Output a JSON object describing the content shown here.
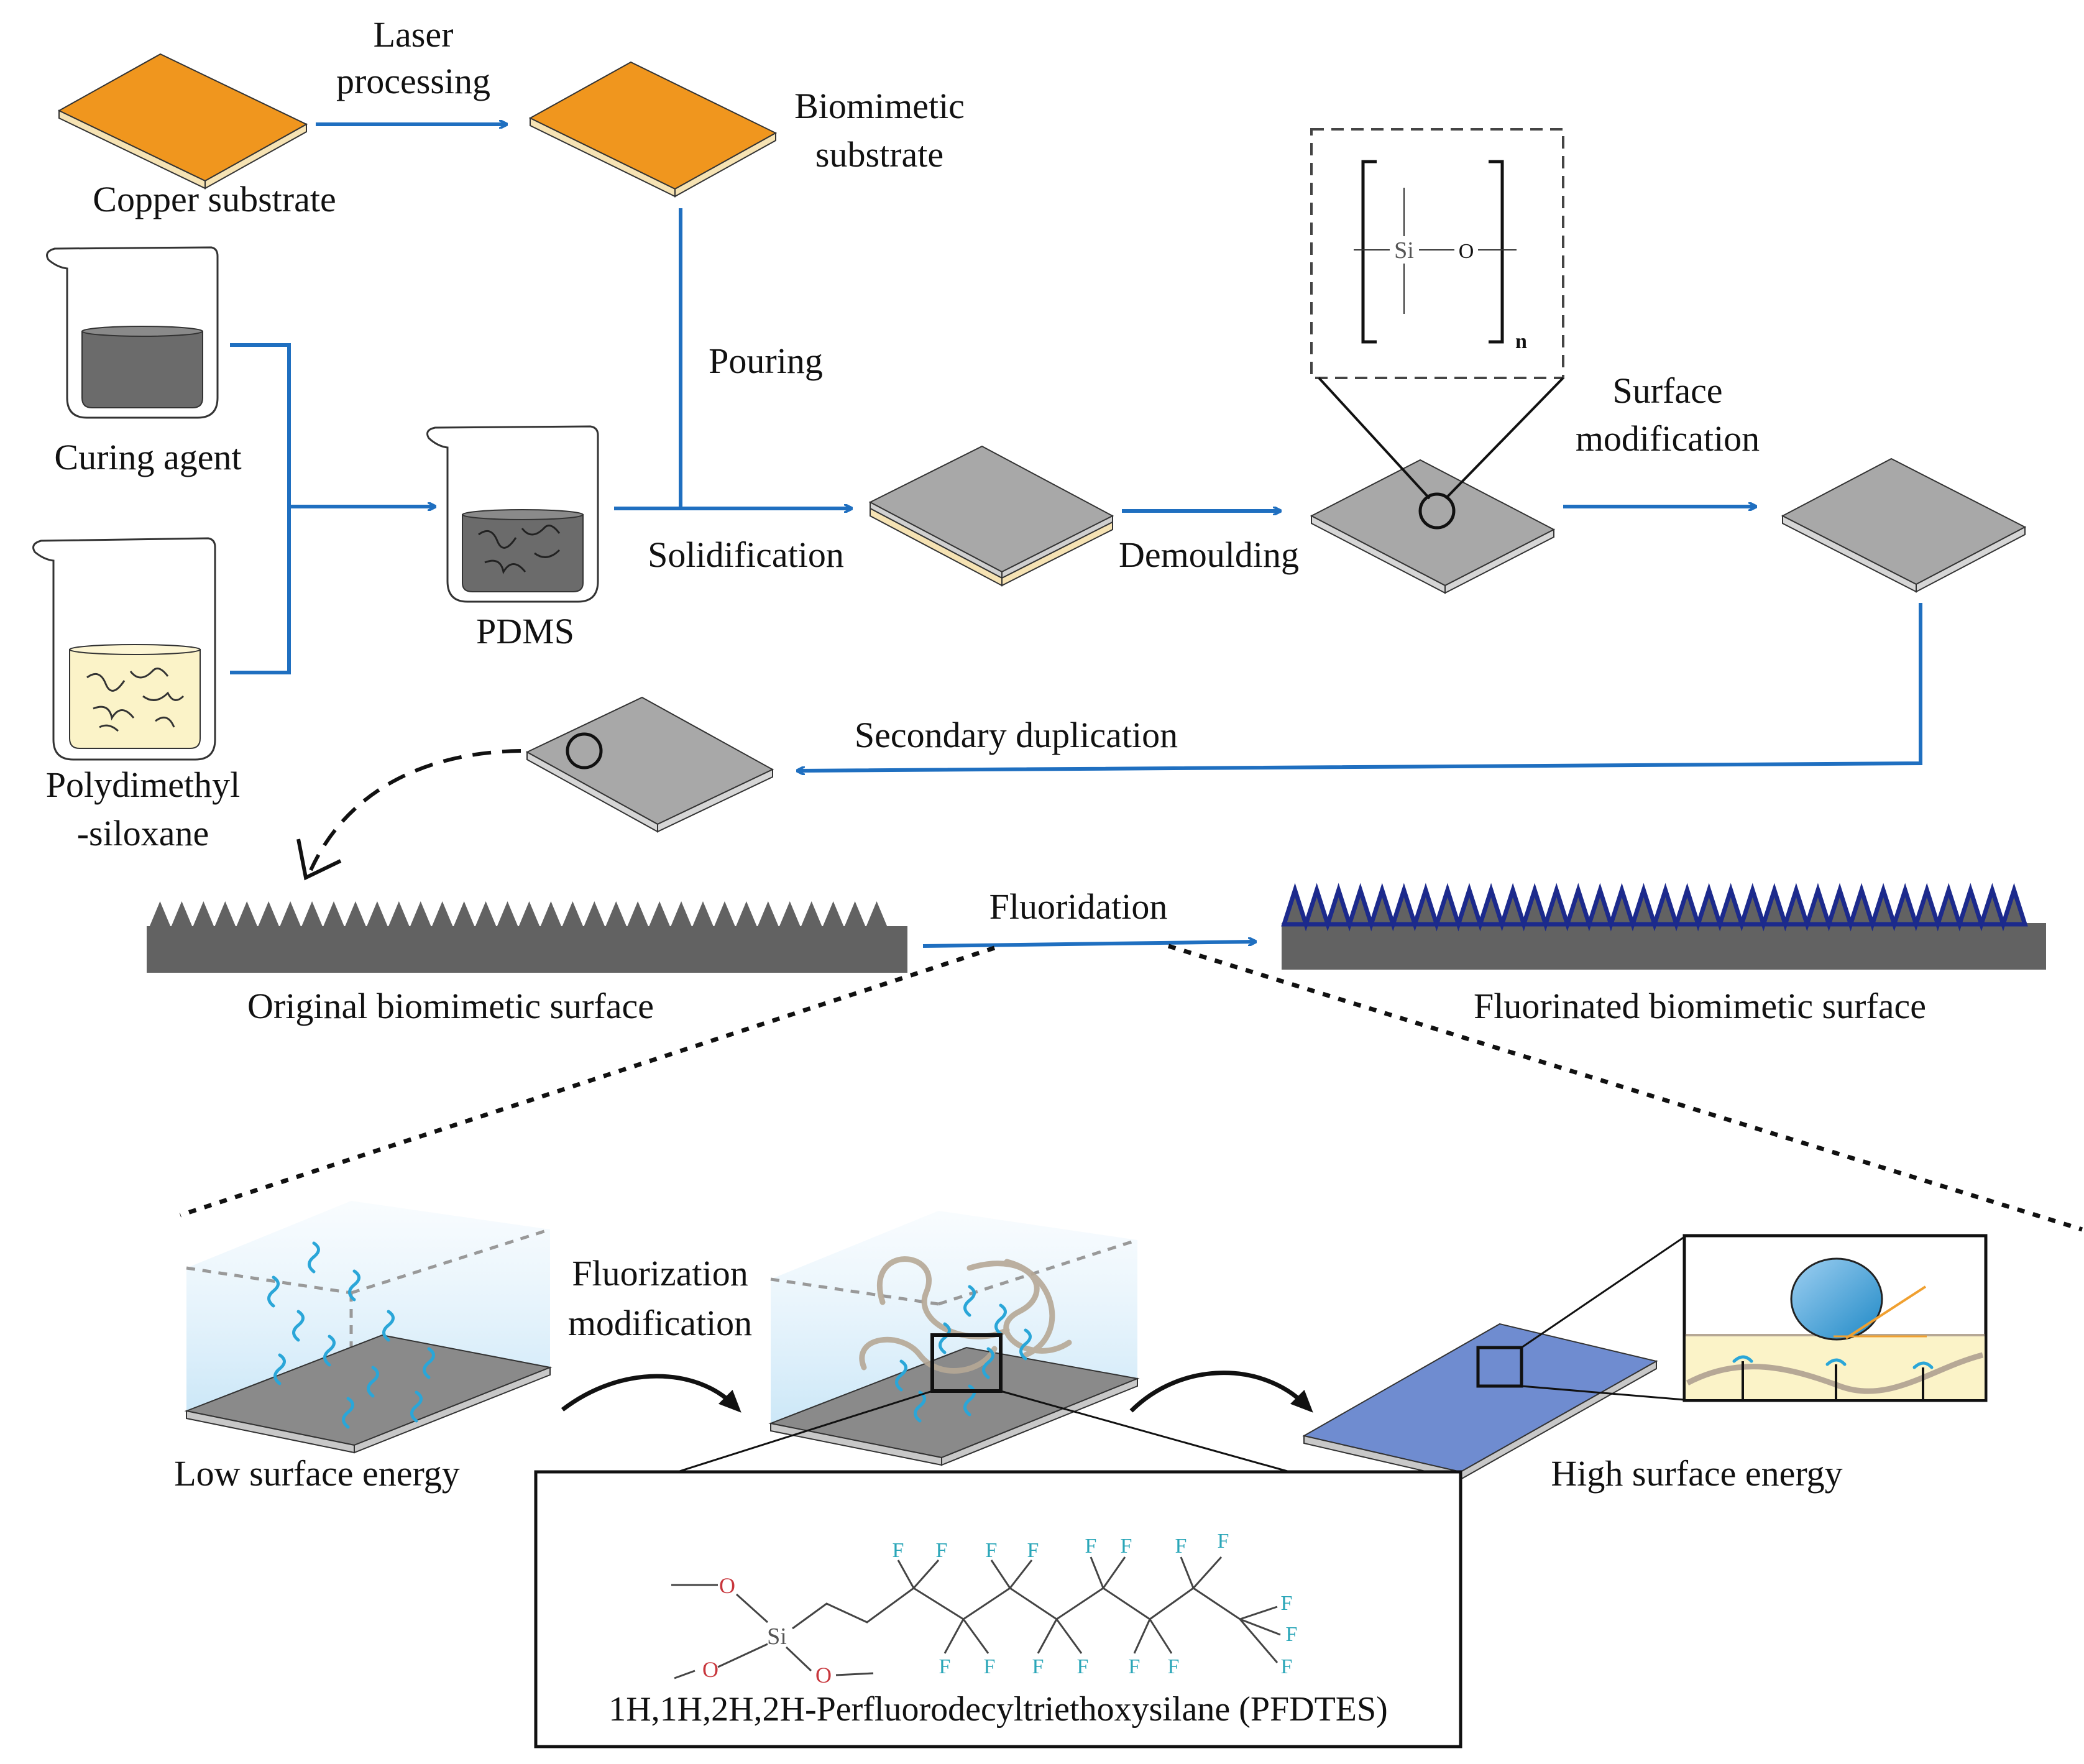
{
  "colors": {
    "arrow": "#1f6fc0",
    "copper": "#f0961e",
    "pdms_gray": "#a8a8a8",
    "surface_dark": "#626262",
    "fluorinated_zigzag": "#1c2a8c",
    "fluorinated_plate": "#6f8cd0",
    "fluoro_chain": "#2aa6d8",
    "fluorine_label": "#2aa6b8",
    "oxygen_label": "#c8363c"
  },
  "labels": {
    "laser_processing_l1": "Laser",
    "laser_processing_l2": "processing",
    "copper_substrate": "Copper substrate",
    "biomimetic_substrate_l1": "Biomimetic",
    "biomimetic_substrate_l2": "substrate",
    "curing_agent": "Curing agent",
    "polydimethylsiloxane_l1": "Polydimethyl",
    "polydimethylsiloxane_l2": "-siloxane",
    "pdms": "PDMS",
    "pouring": "Pouring",
    "solidification": "Solidification",
    "demoulding": "Demoulding",
    "surface_modification_l1": "Surface",
    "surface_modification_l2": "modification",
    "secondary_duplication": "Secondary duplication",
    "fluoridation": "Fluoridation",
    "original_surface": "Original biomimetic surface",
    "fluorinated_surface": "Fluorinated biomimetic surface",
    "fluorization_modification_l1": "Fluorization",
    "fluorization_modification_l2": "modification",
    "low_surface_energy": "Low surface energy",
    "high_surface_energy": "High surface energy",
    "pfdtes": "1H,1H,2H,2H-Perfluorodecyltriethoxysilane (PFDTES)"
  },
  "chemistry": {
    "siloxane_si": "Si",
    "siloxane_o": "O",
    "siloxane_n": "n",
    "pfdtes_si": "Si",
    "oxygen": "O",
    "fluorine": "F"
  }
}
